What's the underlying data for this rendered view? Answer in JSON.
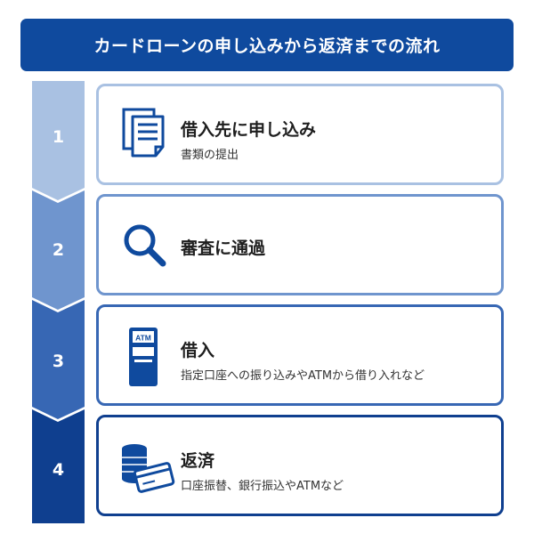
{
  "header": {
    "title": "カードローンの申し込みから返済までの流れ"
  },
  "steps": [
    {
      "number": "1",
      "title": "借入先に申し込み",
      "subtitle": "書類の提出",
      "icon": "document-icon",
      "color": "#a9c1e2"
    },
    {
      "number": "2",
      "title": "審査に通過",
      "subtitle": "",
      "icon": "magnifier-icon",
      "color": "#6f95ce"
    },
    {
      "number": "3",
      "title": "借入",
      "subtitle": "指定口座への振り込みやATMから借り入れなど",
      "icon": "atm-icon",
      "color": "#3767b4",
      "icon_label": "ATM"
    },
    {
      "number": "4",
      "title": "返済",
      "subtitle": "口座振替、銀行振込やATMなど",
      "icon": "coins-card-icon",
      "color": "#0f3f8f"
    }
  ]
}
